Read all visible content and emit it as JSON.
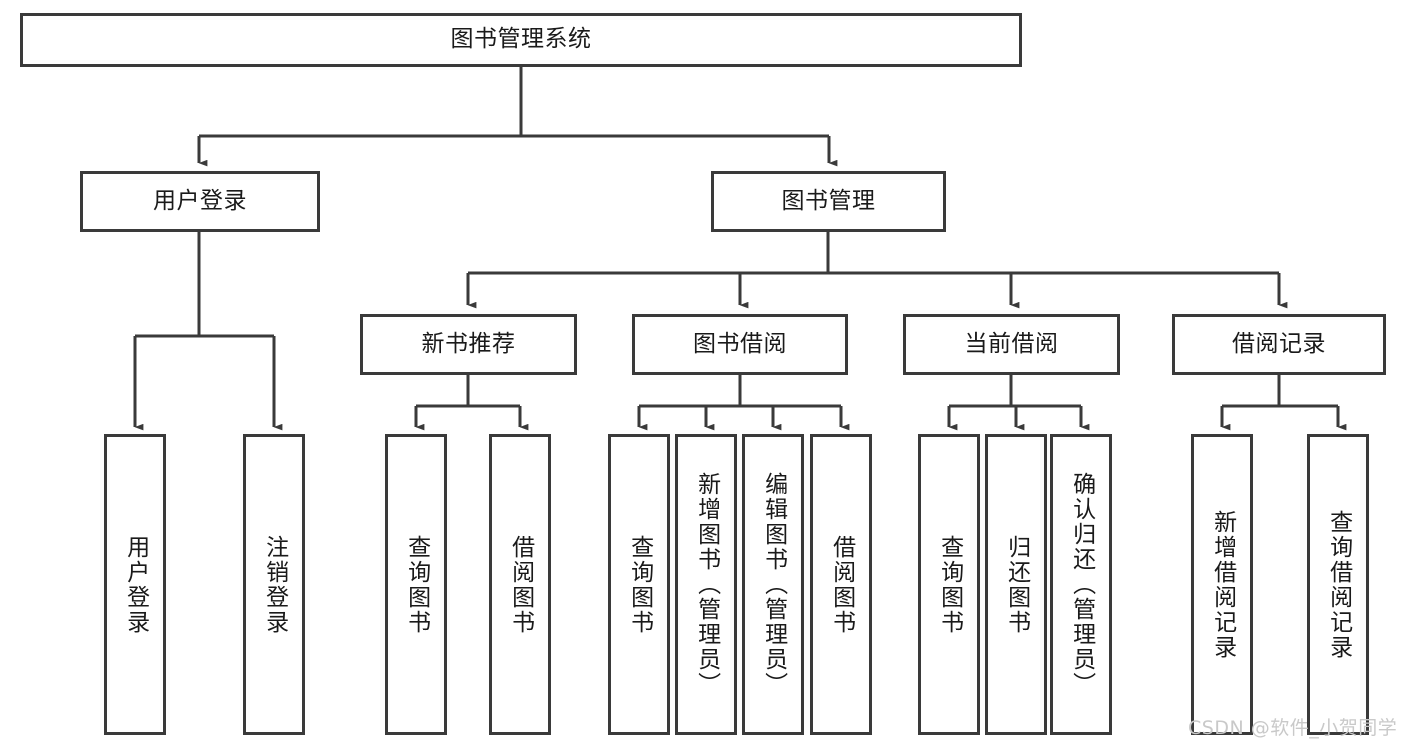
{
  "diagram": {
    "type": "tree",
    "title": "图书管理系统",
    "root": {
      "id": "root",
      "label": "图书管理系统",
      "orientation": "horizontal"
    },
    "level2": [
      {
        "id": "user-login",
        "label": "用户登录",
        "orientation": "horizontal"
      },
      {
        "id": "book-management",
        "label": "图书管理",
        "orientation": "horizontal"
      }
    ],
    "level3": [
      {
        "id": "new-book-recommend",
        "label": "新书推荐",
        "orientation": "horizontal",
        "parent": "book-management"
      },
      {
        "id": "book-borrow",
        "label": "图书借阅",
        "orientation": "horizontal",
        "parent": "book-management"
      },
      {
        "id": "current-borrow",
        "label": "当前借阅",
        "orientation": "horizontal",
        "parent": "book-management"
      },
      {
        "id": "borrow-record",
        "label": "借阅记录",
        "orientation": "horizontal",
        "parent": "book-management"
      }
    ],
    "leaves": [
      {
        "id": "leaf-user-login",
        "label": "用户登录",
        "parent": "user-login"
      },
      {
        "id": "leaf-logout",
        "label": "注销登录",
        "parent": "user-login"
      },
      {
        "id": "leaf-query-book-1",
        "label": "查询图书",
        "parent": "new-book-recommend"
      },
      {
        "id": "leaf-borrow-book-1",
        "label": "借阅图书",
        "parent": "new-book-recommend"
      },
      {
        "id": "leaf-query-book-2",
        "label": "查询图书",
        "parent": "book-borrow"
      },
      {
        "id": "leaf-add-book",
        "label": "新增图书（管理员）",
        "parent": "book-borrow"
      },
      {
        "id": "leaf-edit-book",
        "label": "编辑图书（管理员）",
        "parent": "book-borrow"
      },
      {
        "id": "leaf-borrow-book-2",
        "label": "借阅图书",
        "parent": "book-borrow"
      },
      {
        "id": "leaf-query-book-3",
        "label": "查询图书",
        "parent": "current-borrow"
      },
      {
        "id": "leaf-return-book",
        "label": "归还图书",
        "parent": "current-borrow"
      },
      {
        "id": "leaf-confirm-return",
        "label": "确认归还（管理员）",
        "parent": "current-borrow"
      },
      {
        "id": "leaf-add-record",
        "label": "新增借阅记录",
        "parent": "borrow-record"
      },
      {
        "id": "leaf-query-record",
        "label": "查询借阅记录",
        "parent": "borrow-record"
      }
    ]
  },
  "watermark": {
    "text": "CSDN @软件_小贺同学"
  },
  "colors": {
    "stroke": "#3a3a3a",
    "background": "#ffffff",
    "text": "#1a1a1a",
    "watermark": "#c9c9c9"
  }
}
